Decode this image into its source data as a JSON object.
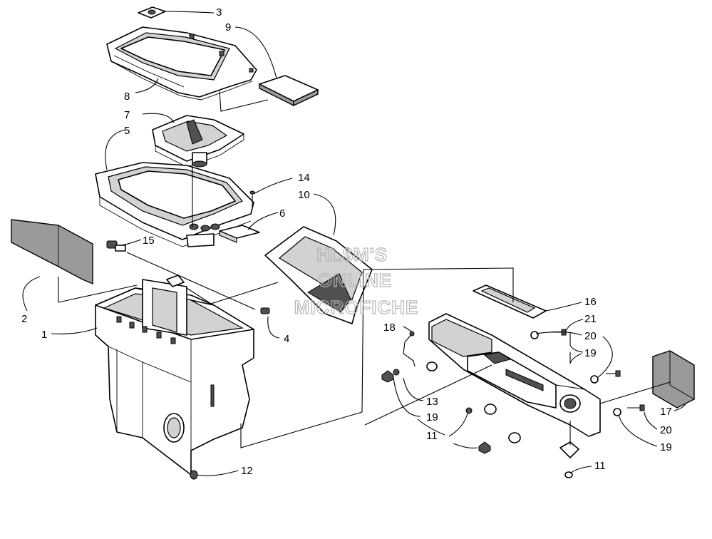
{
  "watermark": {
    "line1": "HL$M'S",
    "line2": "ONLINE",
    "line3": "MICROFICHE"
  },
  "callouts": {
    "c1": "1",
    "c2": "2",
    "c3": "3",
    "c4": "4",
    "c5": "5",
    "c6": "6",
    "c7": "7",
    "c8": "8",
    "c9": "9",
    "c10": "10",
    "c11a": "11",
    "c11b": "11",
    "c12": "12",
    "c13": "13",
    "c14": "14",
    "c15": "15",
    "c16": "16",
    "c17": "17",
    "c18": "18",
    "c19a": "19",
    "c19b": "19",
    "c19c": "19",
    "c20a": "20",
    "c20b": "20",
    "c21": "21"
  }
}
